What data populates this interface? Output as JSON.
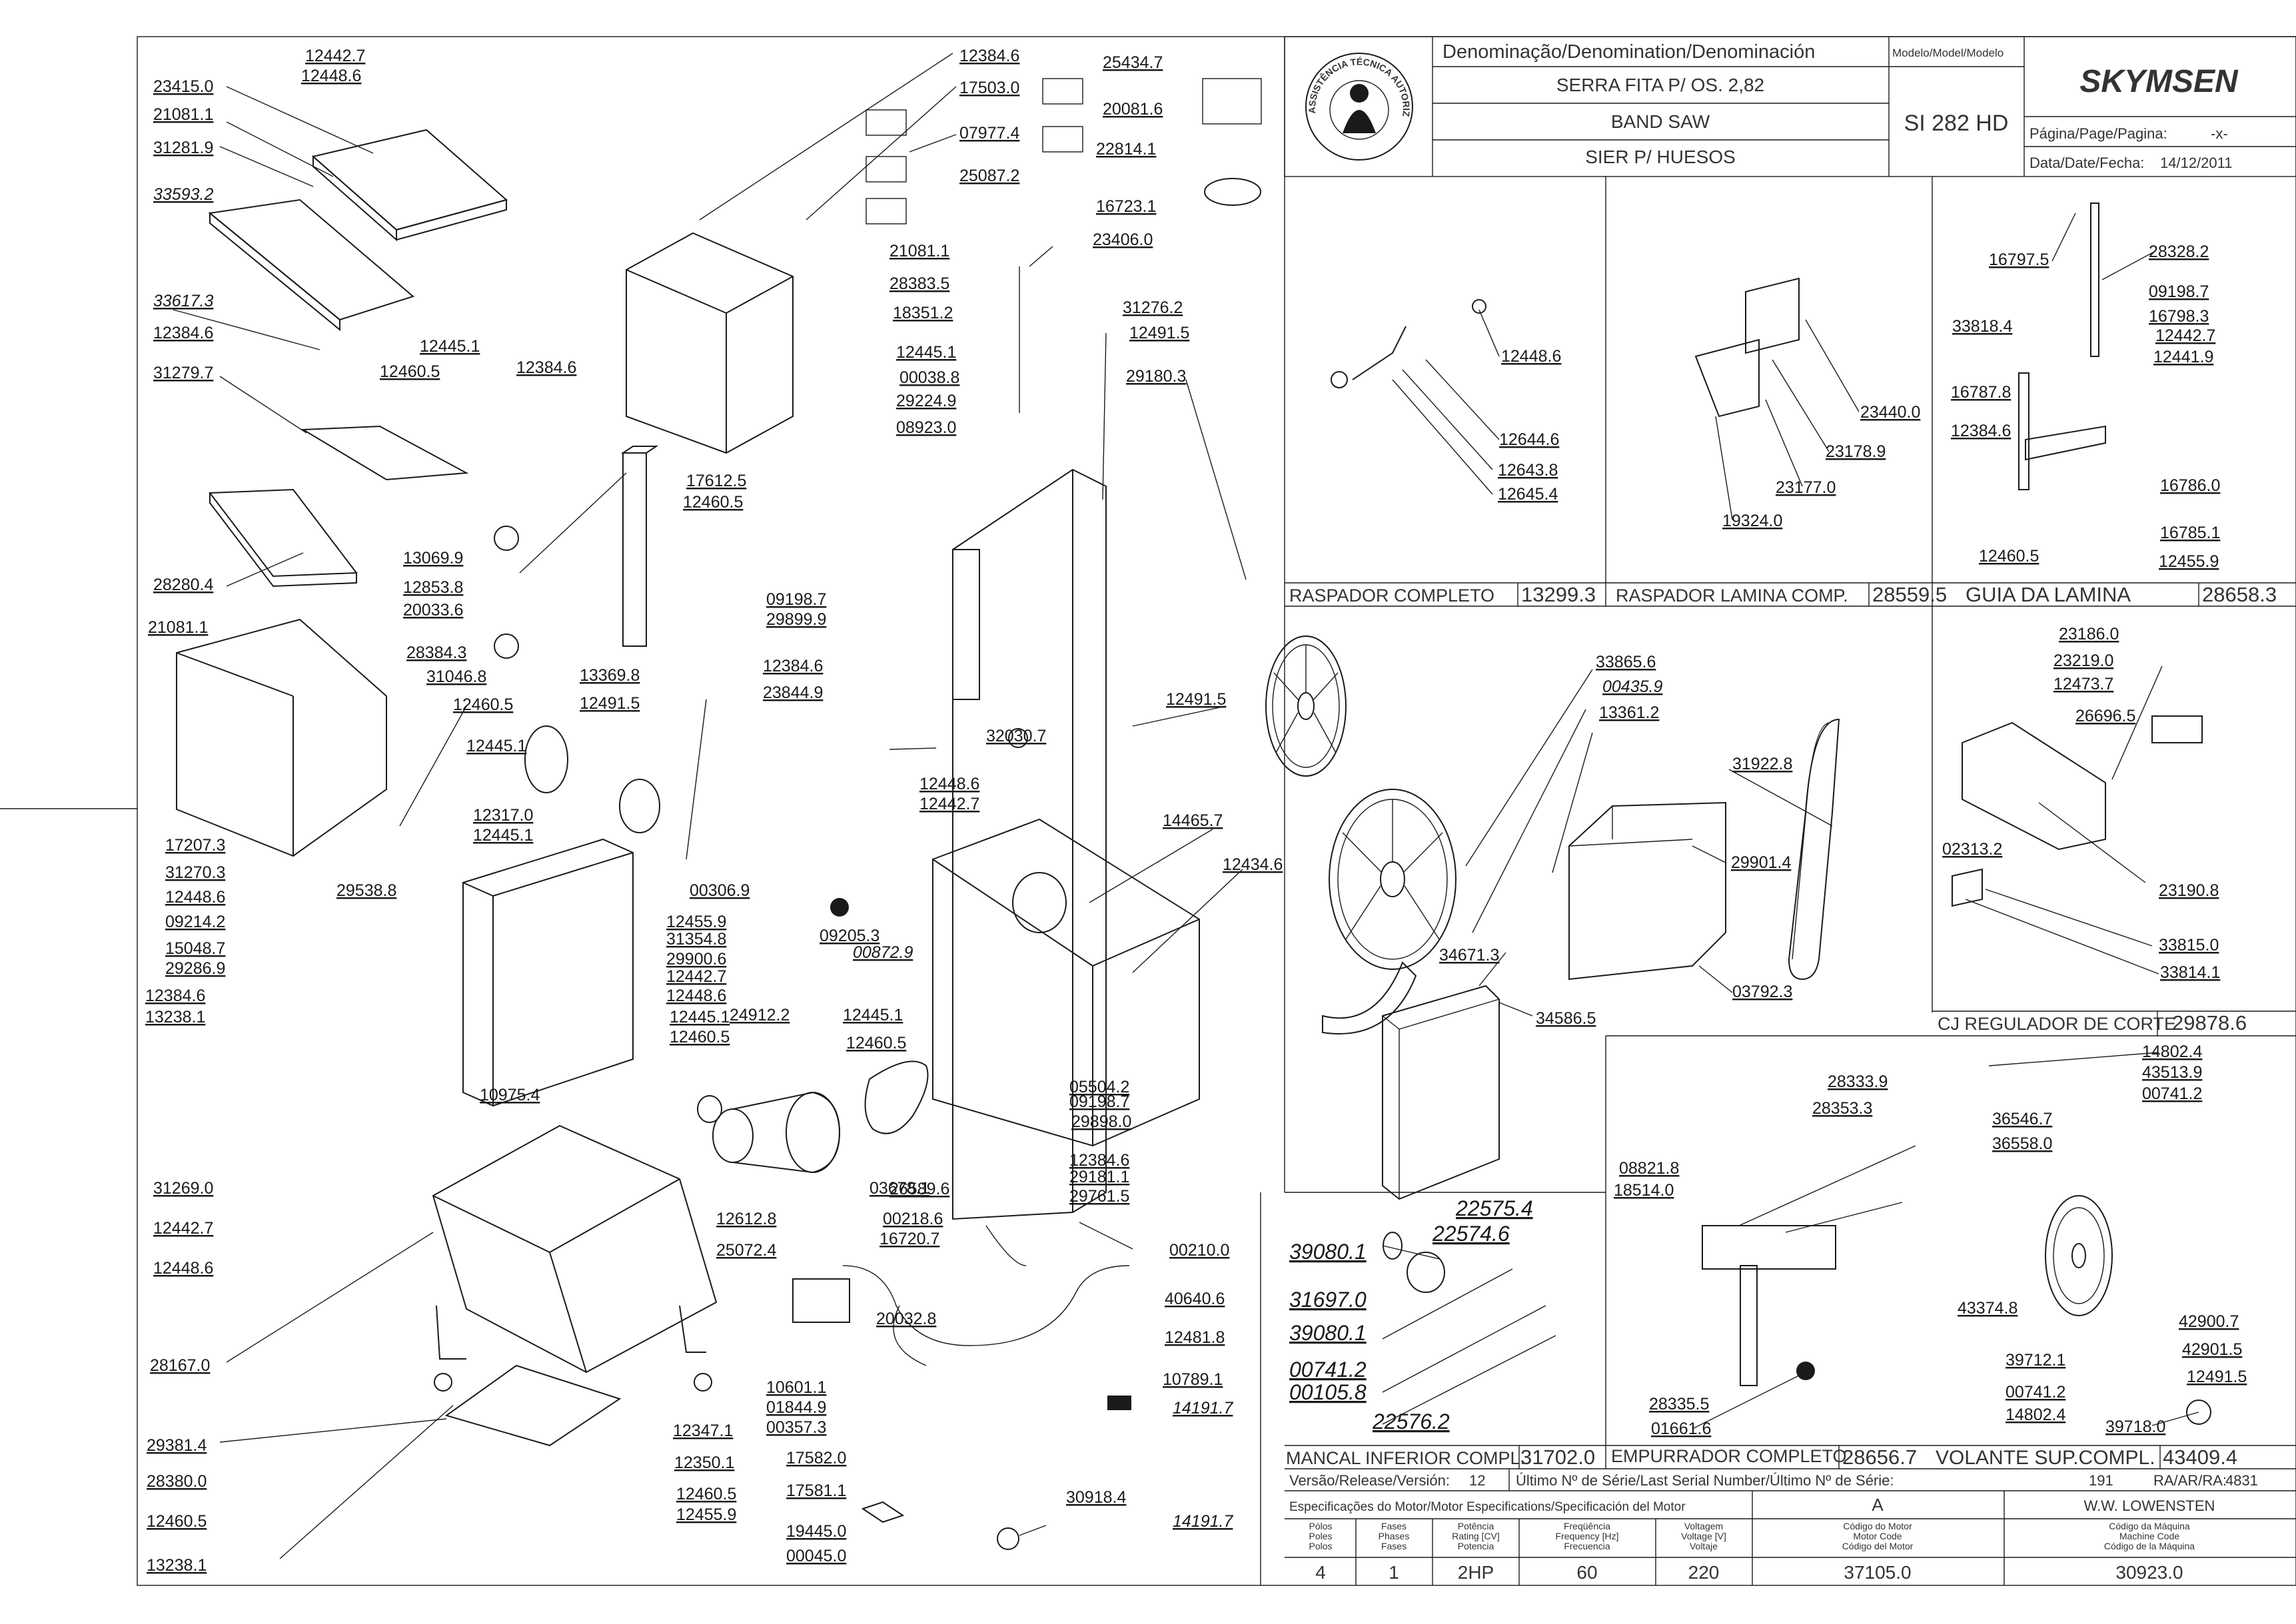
{
  "title_block": {
    "header": "Denominação/Denomination/Denominación",
    "model_header": "Modelo/Model/Modelo",
    "brand": "SKYMSEN",
    "stamp_text": "ASSISTÊNCIA TÉCNICA AUTORIZADA",
    "names": [
      "SERRA FITA P/ OS. 2,82",
      "BAND SAW",
      "SIER P/ HUESOS"
    ],
    "model": "SI 282 HD",
    "page_label": "Página/Page/Pagina:",
    "page_value": "-x-",
    "date_label": "Data/Date/Fecha:",
    "date_value": "14/12/2011"
  },
  "assemblies": [
    {
      "name": "RASPADOR COMPLETO",
      "code": "13299.3"
    },
    {
      "name": "RASPADOR LAMINA COMP.",
      "code": "28559.5"
    },
    {
      "name": "GUIA DA LAMINA",
      "code": "28658.3"
    },
    {
      "name": "CJ REGULADOR DE CORTE",
      "code": "29878.6"
    },
    {
      "name": "MANCAL INFERIOR COMPL.",
      "code": "31702.0"
    },
    {
      "name": "EMPURRADOR COMPLETO",
      "code": "28656.7"
    },
    {
      "name": "VOLANTE SUP.COMPL.",
      "code": "43409.4"
    }
  ],
  "release": {
    "version_label": "Versão/Release/Versión:",
    "version_value": "12",
    "serial_label": "Último Nº de Série/Last Serial Number/Último Nº de Série:",
    "serial_value": "191",
    "ra_label": "RA/AR/RA:",
    "ra_value": "4831"
  },
  "motor_spec": {
    "header": "Especificações do Motor/Motor Especifications/Specificación del Motor",
    "letter": "A",
    "manufacturer": "W.W. LOWENSTEN",
    "columns": [
      "Pólos\nPoles\nPolos",
      "Fases\nPhases\nFases",
      "Potência\nRating [CV]\nPotencia",
      "Freqüência\nFrequency [Hz]\nFrecuencia",
      "Voltagem\nVoltage [V]\nVoltaje",
      "Código do Motor\nMotor Code\nCódigo del Motor",
      "Código da Máquina\nMachine Code\nCódigo de la Máquina"
    ],
    "values": [
      "4",
      "1",
      "2HP",
      "60",
      "220",
      "37105.0",
      "30923.0"
    ]
  },
  "part_labels": [
    "12442.7",
    "12448.6",
    "23415.0",
    "21081.1",
    "31281.9",
    "33593.2",
    "33617.3",
    "12384.6",
    "12445.1",
    "12460.5",
    "12384.6",
    "31279.7",
    "28280.4",
    "21081.1",
    "28384.3",
    "12460.5",
    "12445.1",
    "12317.0",
    "12445.1",
    "17207.3",
    "31270.3",
    "12448.6",
    "09214.2",
    "15048.7",
    "29286.9",
    "12384.6",
    "13238.1",
    "29538.8",
    "12455.9",
    "31354.8",
    "29900.6",
    "12442.7",
    "12448.6",
    "12445.1",
    "12460.5",
    "31269.0",
    "12442.7",
    "12448.6",
    "10975.4",
    "28167.0",
    "29381.4",
    "28380.0",
    "12460.5",
    "13238.1",
    "12384.6",
    "17503.0",
    "07977.4",
    "25087.2",
    "25434.7",
    "20081.6",
    "22814.1",
    "16723.1",
    "21081.1",
    "28383.5",
    "18351.2",
    "12445.1",
    "00038.8",
    "29224.9",
    "08923.0",
    "23406.0",
    "17612.5",
    "12460.5",
    "13069.9",
    "12853.8",
    "20033.6",
    "31046.8",
    "13369.8",
    "12491.5",
    "09198.7",
    "29899.9",
    "12384.6",
    "23844.9",
    "32030.7",
    "12448.6",
    "12442.7",
    "00306.9",
    "09205.3",
    "00872.9",
    "31276.2",
    "12491.5",
    "29180.3",
    "12491.5",
    "14465.7",
    "12434.6",
    "24912.2",
    "12445.1",
    "12460.5",
    "12612.8",
    "25072.4",
    "03678.1",
    "00218.6",
    "16720.7",
    "26589.6",
    "05504.2",
    "09198.7",
    "29898.0",
    "12384.6",
    "29181.1",
    "29761.5",
    "00210.0",
    "20032.8",
    "10601.1",
    "01844.9",
    "00357.3",
    "17582.0",
    "17581.1",
    "12347.1",
    "12350.1",
    "12460.5",
    "12455.9",
    "19445.0",
    "00045.0",
    "30918.4",
    "40640.6",
    "12481.8",
    "10789.1",
    "14191.7",
    "14191.7",
    "33865.6",
    "00435.9",
    "13361.2",
    "31922.8",
    "29901.4",
    "34671.3",
    "34586.5",
    "03792.3",
    "12448.6",
    "12644.6",
    "12643.8",
    "12645.4",
    "23440.0",
    "23178.9",
    "23177.0",
    "19324.0",
    "16797.5",
    "28328.2",
    "09198.7",
    "16798.3",
    "33818.4",
    "12442.7",
    "12441.9",
    "16787.8",
    "12384.6",
    "16786.0",
    "16785.1",
    "12460.5",
    "12455.9",
    "23186.0",
    "23219.0",
    "12473.7",
    "26696.5",
    "02313.2",
    "23190.8",
    "33815.0",
    "33814.1",
    "14802.4",
    "43513.9",
    "00741.2",
    "36546.7",
    "36558.0",
    "43374.8",
    "42900.7",
    "42901.5",
    "39712.1",
    "12491.5",
    "00741.2",
    "14802.4",
    "39718.0",
    "28333.9",
    "28353.3",
    "08821.8",
    "18514.0",
    "28335.5",
    "01661.6",
    "22575.4",
    "22574.6",
    "39080.1",
    "31697.0",
    "39080.1",
    "00741.2",
    "00105.8",
    "22576.2"
  ]
}
